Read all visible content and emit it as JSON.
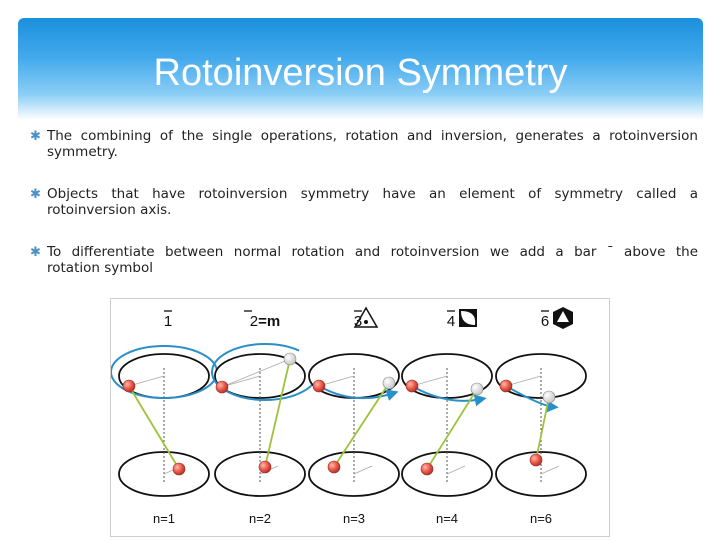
{
  "slide": {
    "title": "Rotoinversion Symmetry",
    "bullets": [
      {
        "line1": "The combining of the single operations, rotation and inversion, generates a rotoinversion",
        "line2": "symmetry."
      },
      {
        "line1": "Objects that have rotoinversion symmetry have an element of symmetry called a",
        "line2": "rotoinversion axis."
      },
      {
        "line1": "To differentiate between normal rotation and rotoinversion we add a bar ¯ above the",
        "line2": "rotation symbol"
      }
    ],
    "bullet_glyph": "✱"
  },
  "figure": {
    "symbols": [
      "1",
      "2=m",
      "3",
      "4",
      "6"
    ],
    "captions": [
      "n=1",
      "n=2",
      "n=3",
      "n=4",
      "n=6"
    ],
    "icons": [
      "",
      "",
      "triangle-dot-icon",
      "square-lens-icon",
      "hexagon-triangle-icon"
    ],
    "colors": {
      "ball": "#e8584a",
      "rod": "#9bc43a",
      "arrow": "#2a8fc8",
      "open_ball": "#f2f2f2"
    }
  }
}
